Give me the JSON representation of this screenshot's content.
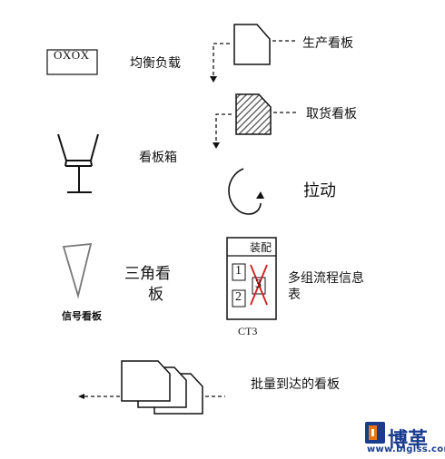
{
  "legend": {
    "leveling": {
      "box_text": "OXOX",
      "label": "均衡负载"
    },
    "production_kanban": {
      "label": "生产看板"
    },
    "withdrawal_kanban": {
      "label": "取货看板"
    },
    "kanban_post": {
      "label": "看板箱"
    },
    "pull": {
      "label": "拉动"
    },
    "signal_kanban": {
      "caption": "信号看板",
      "label_line1": "三角看",
      "label_line2": "板"
    },
    "process_sequence": {
      "header": "装配",
      "slot1": "1",
      "slot2": "2",
      "slot3": "3",
      "cycle_time": "CT3",
      "label_line1": "多组流程信息",
      "label_line2": "表"
    },
    "batch_kanban": {
      "label": "批量到达的看板"
    }
  },
  "brand": {
    "name": "博革",
    "url": "www.biglss.com"
  },
  "colors": {
    "stroke": "#111111",
    "hatch": "#555555",
    "cross": "#d01818",
    "brand_blue": "#1a3c8f",
    "brand_orange": "#e77817"
  }
}
